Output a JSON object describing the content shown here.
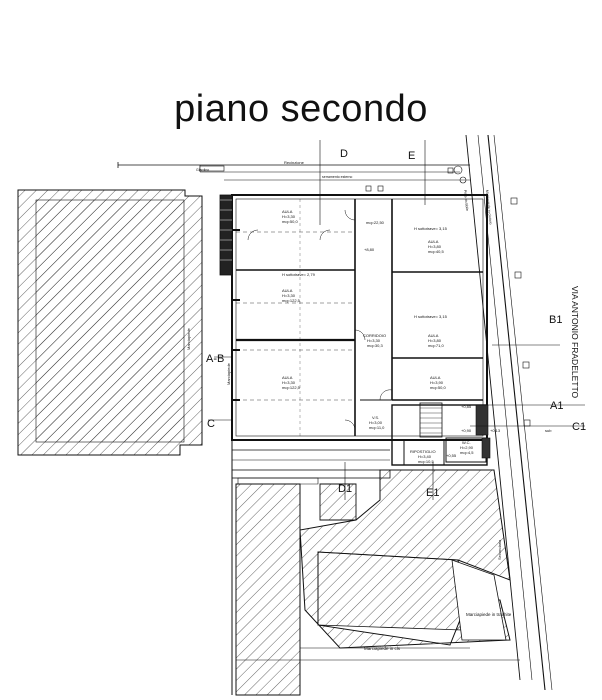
{
  "title": "piano secondo",
  "street": "VIA ANTONIO FRADELETTO",
  "section_markers": {
    "d": "D",
    "e": "E",
    "a_b": "A-B",
    "c": "C",
    "b1": "B1",
    "a1": "A1",
    "c1": "C1",
    "d1": "D1",
    "e1": "E1"
  },
  "labels": {
    "recinzione": "Recinzione",
    "giardino": "Giardino",
    "marciapiede_left": "Marciapiede",
    "marciapiede_mid": "Marciapiede",
    "marciapiede_road": "Marciapiede in ciottolo",
    "marciapiede_bottom": "Marciapiede in cls",
    "marciapiede_trachite": "Marciapiede in trachite",
    "pista": "Pista ciclabile",
    "secondaria": "Secondaria",
    "contro": "serramento esterno",
    "sub": "sub"
  },
  "rooms": {
    "aula1": {
      "name": "AULA",
      "h": "H=3,30",
      "mq": "mq=50,0"
    },
    "aula2": {
      "name": "AULA",
      "h": "H=3,30",
      "mq": "mq=122,5"
    },
    "aula3": {
      "name": "AULA",
      "h": "H=3,30",
      "mq": "mq=122,5"
    },
    "aula_r1": {
      "name": "AULA",
      "h": "H=3,80",
      "mq": "mq=40,5"
    },
    "aula_r2": {
      "name": "AULA",
      "h": "H=3,80",
      "mq": "mq=71,0"
    },
    "aula_r3": {
      "name": "AULA",
      "h": "H=3,90",
      "mq": "mq=50,0"
    },
    "corridoio": {
      "name": "CORRIDOIO",
      "h": "H=3,30",
      "mq": "mq=30,3"
    },
    "vs": {
      "name": "V.S.",
      "h": "H=3,00",
      "mq": "mq=11,0"
    },
    "ripostiglio": {
      "name": "RIPOSTIGLIO",
      "h": "H=3,40",
      "mq": "mq=10,5"
    },
    "wc": {
      "name": "W.C.",
      "h": "H=2,90",
      "mq": "mq=4,5"
    }
  },
  "notes": {
    "mq_a": "mq=22,50",
    "mq_b": "+8,80",
    "sottot_1": "H sottotrave= 3,15",
    "sottot_2": "H sottotrave= 2,79",
    "sottot_3": "H sottotrave= 3,15",
    "h085": "+0,85",
    "h090": "+0,90",
    "h055": "+0,55",
    "h013": "+0,13"
  }
}
